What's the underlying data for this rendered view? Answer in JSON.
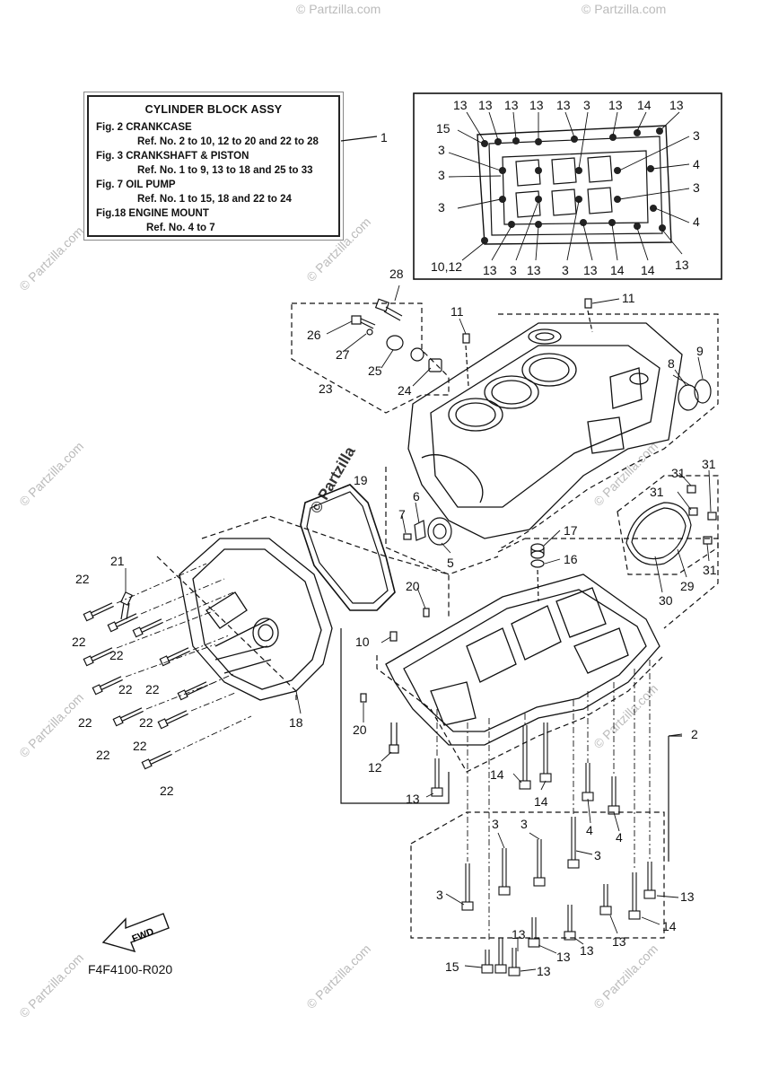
{
  "legend": {
    "title": "CYLINDER BLOCK ASSY",
    "entries": [
      {
        "fig": "Fig.  2 CRANKCASE",
        "ref": "Ref. No. 2 to 10, 12 to 20 and 22 to 28"
      },
      {
        "fig": "Fig.  3 CRANKSHAFT & PISTON",
        "ref": "Ref. No. 1 to 9, 13 to 18 and 25 to 33"
      },
      {
        "fig": "Fig. 7 OIL PUMP",
        "ref": "Ref. No. 1 to 15, 18 and 22 to 24"
      },
      {
        "fig": "Fig.18 ENGINE MOUNT",
        "ref": "Ref. No. 4 to 7"
      }
    ]
  },
  "part_code": "F4F4100-R020",
  "fwd_label": "FWD",
  "watermark": "© Partzilla.com",
  "watermark_short": "© Partzilla",
  "inset_callouts": {
    "top": [
      "13",
      "13",
      "13",
      "13",
      "13",
      "3",
      "13",
      "14",
      "13"
    ],
    "left": [
      "15",
      "3",
      "3",
      "3"
    ],
    "right": [
      "3",
      "4",
      "3",
      "4"
    ],
    "bottom": [
      "10,12",
      "13",
      "3",
      "13",
      "3",
      "13",
      "14",
      "14",
      "13"
    ]
  },
  "callouts": {
    "c1": "1",
    "c2": "2",
    "c4a": "4",
    "c4b": "4",
    "c5": "5",
    "c6": "6",
    "c7": "7",
    "c8": "8",
    "c9": "9",
    "c10": "10",
    "c11a": "11",
    "c11b": "11",
    "c12": "12",
    "c13a": "13",
    "c13b": "13",
    "c13c": "13",
    "c13d": "13",
    "c13e": "13",
    "c13f": "13",
    "c13g": "13",
    "c14a": "14",
    "c14b": "14",
    "c14c": "14",
    "c15": "15",
    "c16": "16",
    "c17": "17",
    "c18": "18",
    "c19": "19",
    "c20a": "20",
    "c20b": "20",
    "c21": "21",
    "c22a": "22",
    "c22b": "22",
    "c22c": "22",
    "c22d": "22",
    "c22e": "22",
    "c22f": "22",
    "c22g": "22",
    "c22h": "22",
    "c22i": "22",
    "c22j": "22",
    "c23": "23",
    "c24": "24",
    "c25": "25",
    "c26": "26",
    "c27": "27",
    "c28": "28",
    "c29": "29",
    "c30": "30",
    "c31a": "31",
    "c31b": "31",
    "c31c": "31",
    "c3a": "3",
    "c3b": "3",
    "c3c": "3",
    "c3d": "3"
  }
}
